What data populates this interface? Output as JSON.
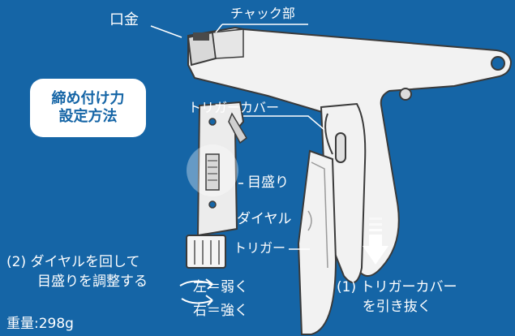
{
  "title_badge": {
    "line1": "締め付け力",
    "line2": "設定方法"
  },
  "labels": {
    "kuchigane": "口金",
    "chuck": "チャック部",
    "trigger_cover": "トリガーカバー",
    "scale": "目盛り",
    "dial": "ダイヤル",
    "trigger": "トリガー"
  },
  "step2": {
    "line1": "(2) ダイヤルを回して",
    "line2": "目盛りを調整する"
  },
  "direction": {
    "left": "左＝弱く",
    "right": "右＝強く"
  },
  "step1": {
    "line1": "(1) トリガーカバー",
    "line2": "を引き抜く"
  },
  "weight": "重量:298g",
  "colors": {
    "background": "#1565a6",
    "tool_body": "#f2f2f2",
    "outline": "#3a3a3a",
    "arrow": "#ffffff"
  }
}
